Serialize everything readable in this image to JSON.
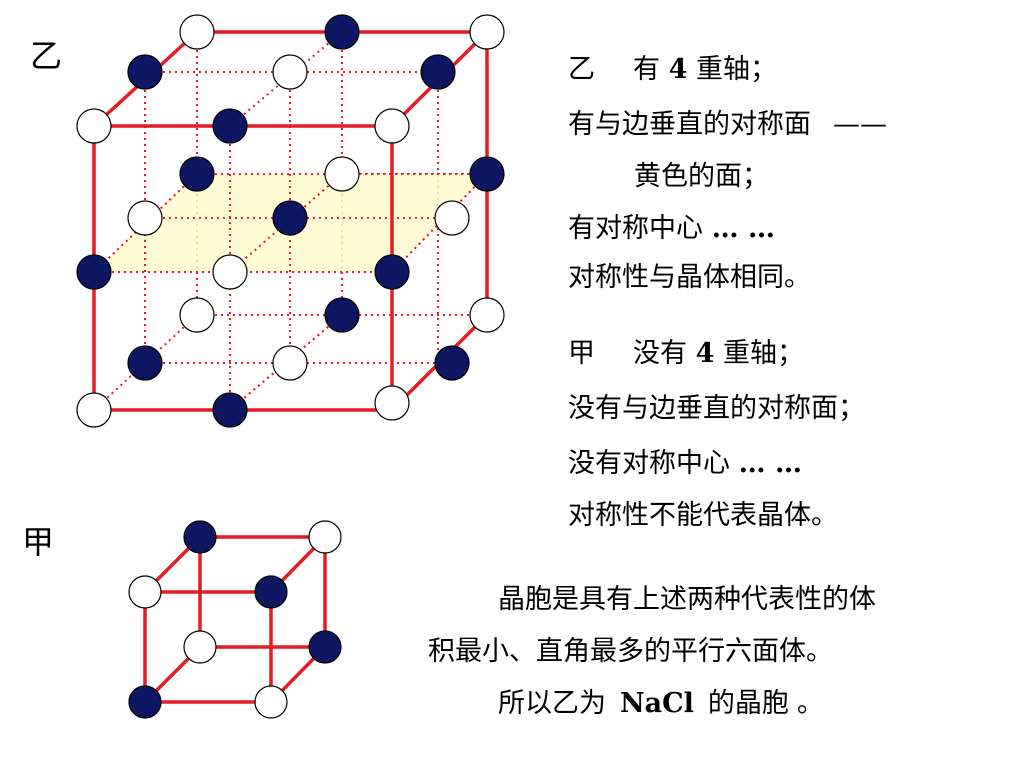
{
  "labels": {
    "yi": "乙",
    "jia": "甲"
  },
  "colors": {
    "edge": "#e51c23",
    "dark_atom": "#0d1660",
    "light_atom": "#ffffff",
    "plane": "#fffacd"
  },
  "yi_text": {
    "line1_a": "乙",
    "line1_b": "有",
    "line1_num": "4",
    "line1_c": "重轴；",
    "line2": "有与边垂直的对称面",
    "line2_dash": "——",
    "line3": "黄色的面；",
    "line4": "有对称中心",
    "line4_dots": "… …",
    "line5": "对称性与晶体相同。"
  },
  "jia_text": {
    "line1_a": "甲",
    "line1_b": "没有",
    "line1_num": "4",
    "line1_c": "重轴；",
    "line2": "没有与边垂直的对称面；",
    "line3": "没有对称中心",
    "line3_dots": "… …",
    "line4": "对称性不能代表晶体。"
  },
  "conclusion": {
    "line1": "晶胞是具有上述两种代表性的体",
    "line2": "积最小、直角最多的平行六面体。",
    "line3_a": "所以乙为",
    "line3_b": "NaCl",
    "line3_c": "的晶胞",
    "line3_d": "。"
  }
}
